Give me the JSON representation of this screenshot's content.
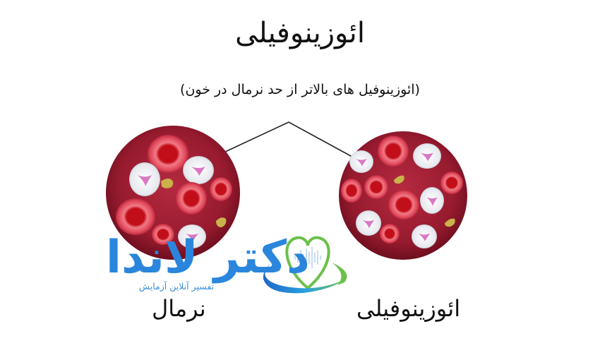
{
  "title": "ائوزینوفیلی",
  "subtitle": "(ائوزینوفیل های بالاتر از حد نرمال در خون)",
  "panels": {
    "normal": {
      "label": "نرمال"
    },
    "eosinophilia": {
      "label": "ائوزینوفیلی"
    }
  },
  "watermark": {
    "brand_text": "دکتر لاندا",
    "tagline": "تفسیر آنلاین آزمایش"
  },
  "colors": {
    "blood_bg": "#9a1a30",
    "rbc_outer": "#e8566a",
    "rbc_inner": "#c8101c",
    "wbc": "#eef0f4",
    "nucleus": "#d877c0",
    "platelet": "#c9b24a",
    "logo_blue": "#2a86dc",
    "logo_green": "#6cc04a"
  }
}
